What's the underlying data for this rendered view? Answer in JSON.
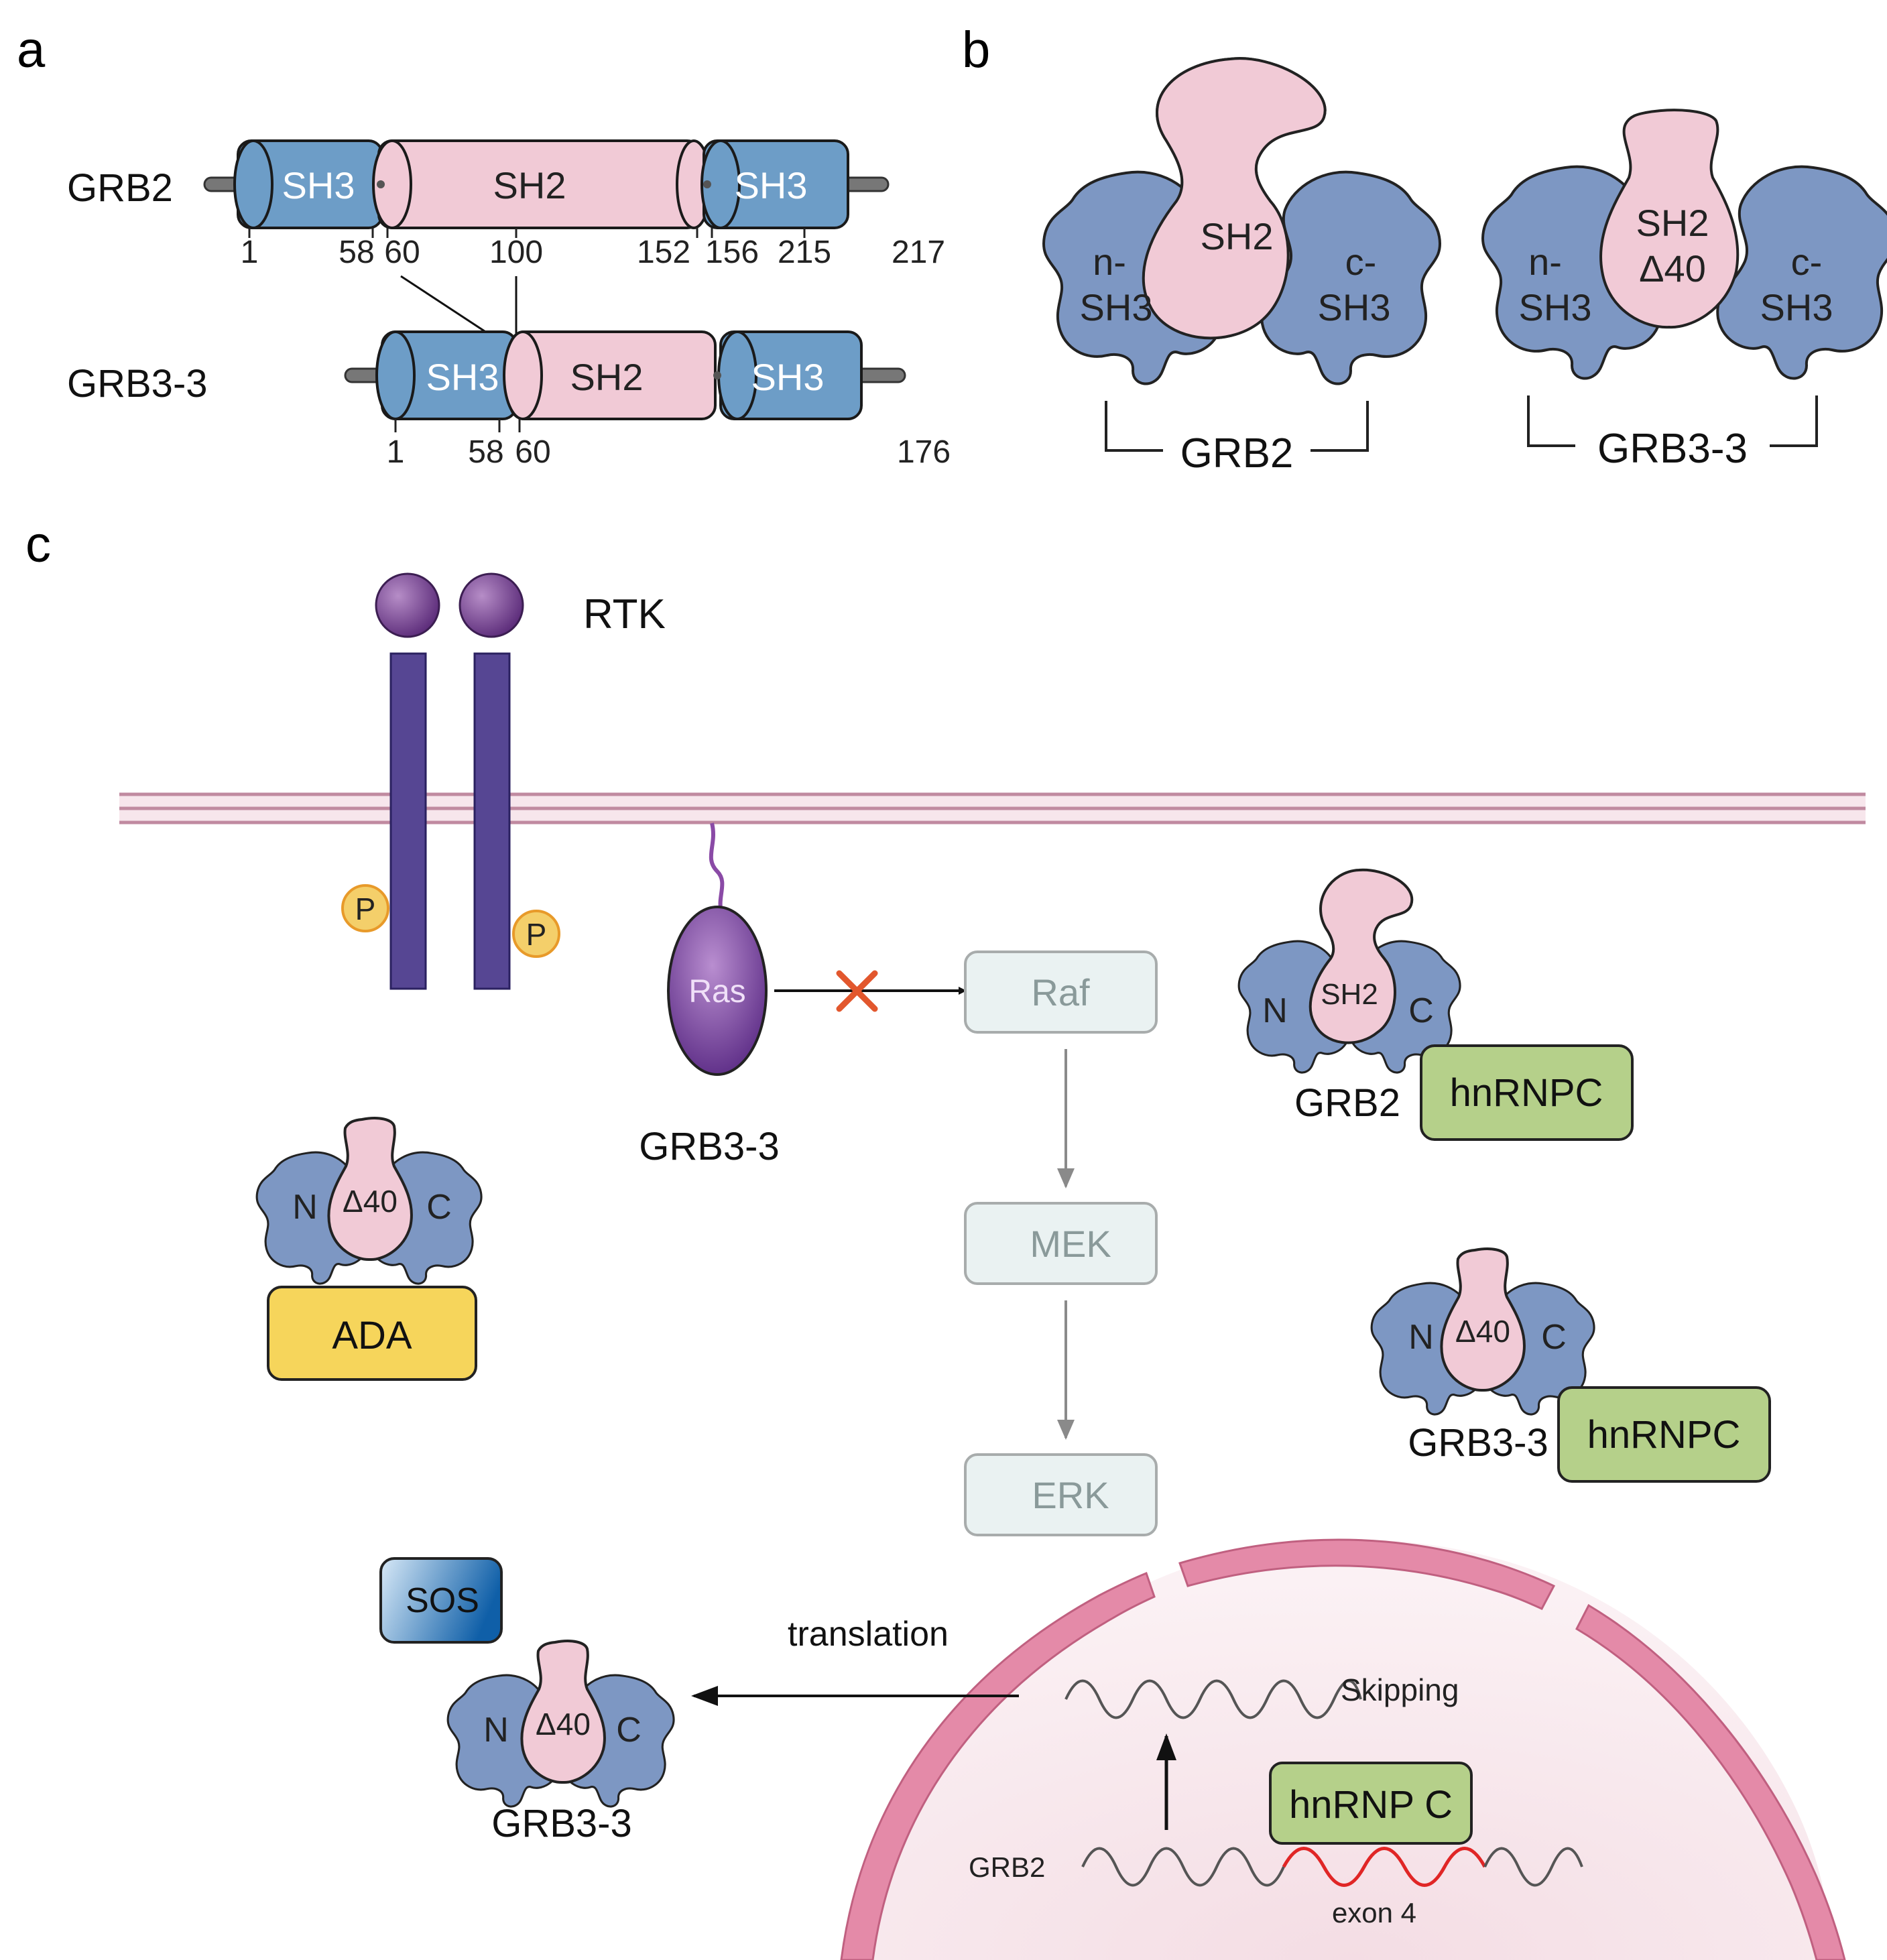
{
  "panels": {
    "a": "a",
    "b": "b",
    "c": "c"
  },
  "panel_a": {
    "grb2": {
      "name": "GRB2",
      "domains": [
        "SH3",
        "SH2",
        "SH3"
      ],
      "positions": [
        "1",
        "58",
        "60",
        "100",
        "152",
        "156",
        "215",
        "217"
      ]
    },
    "grb33": {
      "name": "GRB3-3",
      "domains": [
        "SH3",
        "SH2",
        "SH3"
      ],
      "positions": [
        "1",
        "58",
        "60",
        "176"
      ]
    }
  },
  "panel_b": {
    "grb2": {
      "n_sh3_top": "n-",
      "n_sh3_bottom": "SH3",
      "sh2": "SH2",
      "c_sh3_top": "c-",
      "c_sh3_bottom": "SH3",
      "label": "GRB2"
    },
    "grb33": {
      "n_sh3_top": "n-",
      "n_sh3_bottom": "SH3",
      "sh2_top": "SH2",
      "sh2_bottom": "Δ40",
      "c_sh3_top": "c-",
      "c_sh3_bottom": "SH3",
      "label": "GRB3-3"
    }
  },
  "panel_c": {
    "rtk": "RTK",
    "phospho": "P",
    "ras": "Ras",
    "ras_label": "GRB3-3",
    "cascade": [
      "Raf",
      "MEK",
      "ERK"
    ],
    "grb2_complex": {
      "n": "N",
      "sh2": "SH2",
      "c": "C",
      "label": "GRB2",
      "partner": "hnRNPC"
    },
    "grb33_complex": {
      "n": "N",
      "delta": "Δ40",
      "c": "C",
      "label": "GRB3-3",
      "partner": "hnRNPC"
    },
    "ada_complex": {
      "n": "N",
      "delta": "Δ40",
      "c": "C",
      "partner": "ADA"
    },
    "sos_complex": {
      "n": "N",
      "delta": "Δ40",
      "c": "C",
      "partner": "SOS",
      "label": "GRB3-3"
    },
    "nucleus": {
      "translation": "translation",
      "skipping": "Skipping",
      "hnrnp": "hnRNP C",
      "mrna_label": "GRB2",
      "exon": "exon 4"
    }
  }
}
